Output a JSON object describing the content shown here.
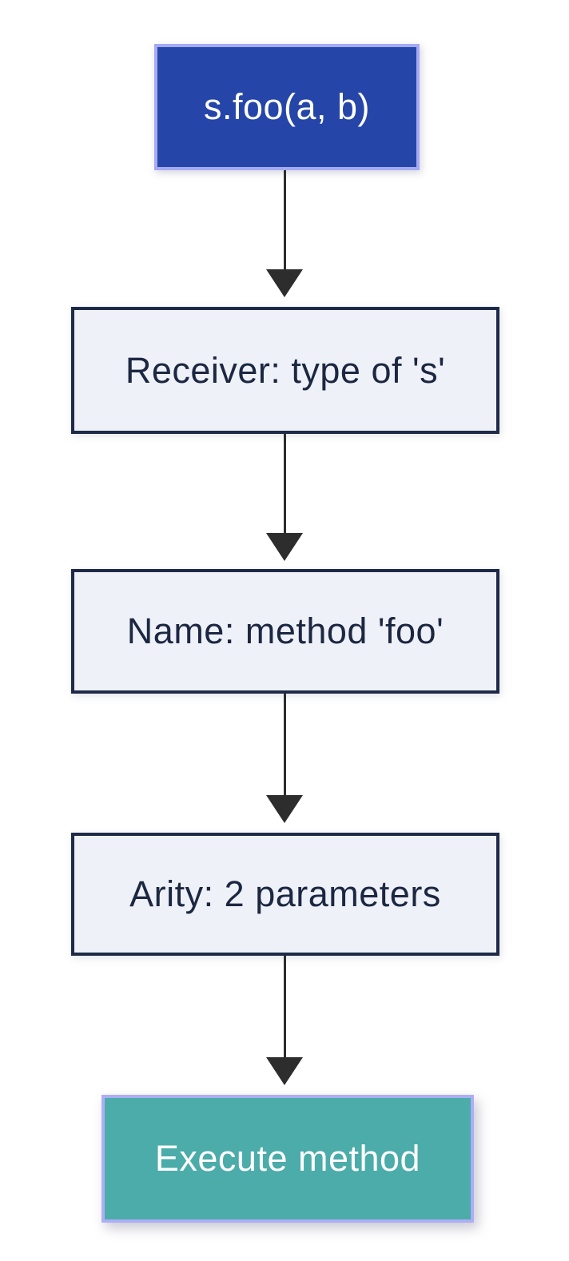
{
  "diagram": {
    "type": "flowchart",
    "direction": "top-down",
    "nodes": [
      {
        "id": "call",
        "label": "s.foo(a, b)",
        "role": "start",
        "fill": "#2546a8",
        "border": "#a5aaf2",
        "text_color": "#ffffff"
      },
      {
        "id": "receiver",
        "label": "Receiver: type of 's'",
        "role": "step",
        "fill": "#eef1f7",
        "border": "#1e2a47",
        "text_color": "#1c2742"
      },
      {
        "id": "name",
        "label": "Name: method 'foo'",
        "role": "step",
        "fill": "#eef1f7",
        "border": "#1e2a47",
        "text_color": "#1c2742"
      },
      {
        "id": "arity",
        "label": "Arity: 2 parameters",
        "role": "step",
        "fill": "#eef1f7",
        "border": "#1e2a47",
        "text_color": "#1c2742"
      },
      {
        "id": "execute",
        "label": "Execute method",
        "role": "end",
        "fill": "#4bacaa",
        "border": "#adaef5",
        "text_color": "#ffffff"
      }
    ],
    "edges": [
      {
        "from": "call",
        "to": "receiver"
      },
      {
        "from": "receiver",
        "to": "name"
      },
      {
        "from": "name",
        "to": "arity"
      },
      {
        "from": "arity",
        "to": "execute"
      }
    ],
    "arrow_color": "#2d2d2d",
    "background": "#ffffff"
  }
}
